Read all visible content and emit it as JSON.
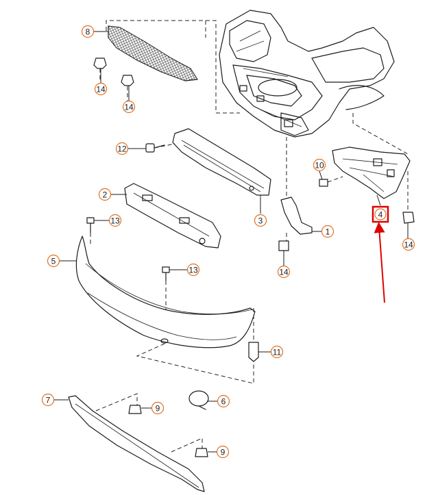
{
  "colors": {
    "callout": "#e07020",
    "highlight": "#e00000",
    "ink": "#1a1a1a"
  },
  "callouts": [
    {
      "id": "c8",
      "label": "8"
    },
    {
      "id": "c14a",
      "label": "14"
    },
    {
      "id": "c14b",
      "label": "14"
    },
    {
      "id": "c12",
      "label": "12"
    },
    {
      "id": "c2",
      "label": "2"
    },
    {
      "id": "c3",
      "label": "3"
    },
    {
      "id": "c10",
      "label": "10"
    },
    {
      "id": "c1",
      "label": "1"
    },
    {
      "id": "c14c",
      "label": "14"
    },
    {
      "id": "c4",
      "label": "4"
    },
    {
      "id": "c14d",
      "label": "14"
    },
    {
      "id": "c13a",
      "label": "13"
    },
    {
      "id": "c5",
      "label": "5"
    },
    {
      "id": "c13b",
      "label": "13"
    },
    {
      "id": "c11",
      "label": "11"
    },
    {
      "id": "c7",
      "label": "7"
    },
    {
      "id": "c9a",
      "label": "9"
    },
    {
      "id": "c6",
      "label": "6"
    },
    {
      "id": "c9b",
      "label": "9"
    }
  ]
}
